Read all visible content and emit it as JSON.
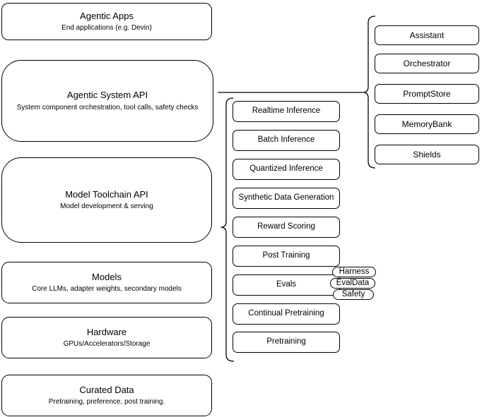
{
  "diagram": {
    "colors": {
      "stroke": "#000000",
      "fill": "#ffffff",
      "text": "#000000"
    },
    "stack_layers": [
      {
        "title": "Agentic Apps",
        "subtitle": "End applications (e.g. Devin)"
      },
      {
        "title": "Agentic System API",
        "subtitle": "System component orchestration, tool calls, safety checks"
      },
      {
        "title": "Model Toolchain API",
        "subtitle": "Model development & serving"
      },
      {
        "title": "Models",
        "subtitle": "Core LLMs, adapter weights, secondary models"
      },
      {
        "title": "Hardware",
        "subtitle": "GPUs/Accelerators/Storage"
      },
      {
        "title": "Curated Data",
        "subtitle": "Pretraining, preference, post training."
      }
    ],
    "toolchain_components": [
      "Realtime Inference",
      "Batch Inference",
      "Quantized Inference",
      "Synthetic Data Generation",
      "Reward Scoring",
      "Post Training",
      "Evals",
      "Continual Pretraining",
      "Pretraining"
    ],
    "evals_tags": [
      "Harness",
      "EvalData",
      "Safety"
    ],
    "system_components": [
      "Assistant",
      "Orchestrator",
      "PromptStore",
      "MemoryBank",
      "Shields"
    ]
  }
}
